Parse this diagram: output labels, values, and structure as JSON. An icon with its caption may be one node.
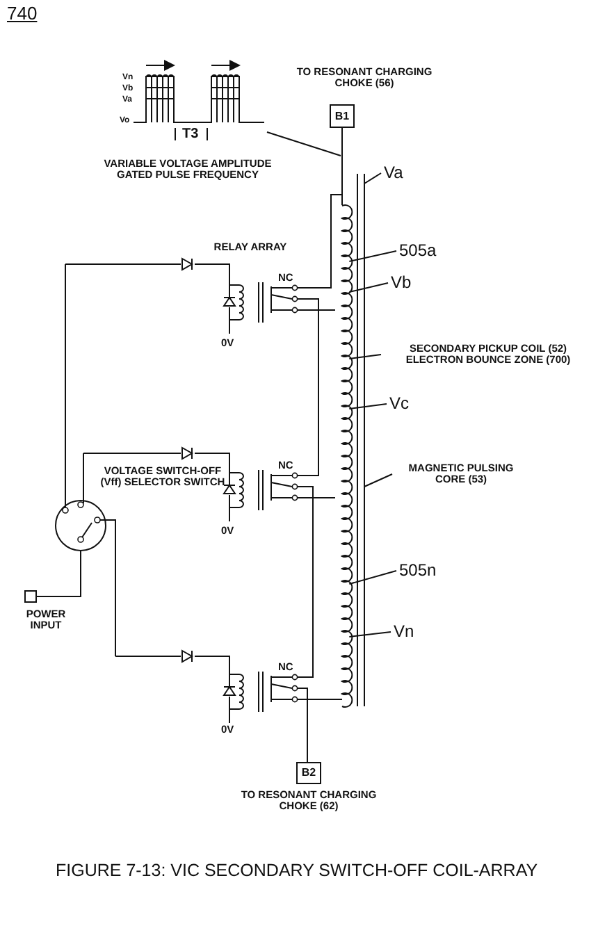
{
  "diagram": {
    "caption": "FIGURE 7-13: VIC SECONDARY SWITCH-OFF COIL-ARRAY",
    "nodes": [
      {
        "text": [],
        "shape": "picture",
        "beside": [
          "Vn",
          "Vb",
          "Va",
          "Vo"
        ]
      },
      {
        "text": [
          "B1"
        ],
        "beside": [
          "TO RESONANT CHARGING CHOKE (56)"
        ]
      },
      {
        "text": [
          "Va"
        ]
      },
      {
        "text": [],
        "shape": "coil"
      },
      {
        "text": [],
        "shape": "bar"
      },
      {
        "text": [
          "505a"
        ]
      },
      {
        "text": [
          "Vb"
        ]
      },
      {
        "text": [
          "SECONDARY PICKUP COIL (52) ELECTRON BOUNCE ZONE (700)"
        ]
      },
      {
        "text": [
          "Vc"
        ]
      },
      {
        "text": [
          "MAGNETIC PULSING CORE (53)"
        ]
      },
      {
        "text": [],
        "shape": "circle",
        "beside": [
          "VOLTAGE SWITCH-OFF (Vff) SELECTOR SWITCH"
        ]
      },
      {
        "text": [
          "505n"
        ]
      },
      {
        "text": [],
        "shape": "box",
        "beside": [
          "POWER INPUT"
        ]
      },
      {
        "text": [
          "Vn"
        ]
      },
      {
        "text": [
          "B2"
        ],
        "beside": [
          "TO RESONANT CHARGING CHOKE (62)"
        ]
      }
    ],
    "edges": [
      {
        "from": 0,
        "to": null,
        "arrow": "none"
      },
      {
        "from": 1,
        "to": 3,
        "arrow": "none"
      },
      {
        "from": 2,
        "to": 4,
        "arrow": "none"
      },
      {
        "from": 5,
        "to": 3,
        "arrow": "none"
      },
      {
        "from": 6,
        "to": 3,
        "arrow": "none"
      },
      {
        "from": 7,
        "to": 3,
        "arrow": "none"
      },
      {
        "from": 8,
        "to": 3,
        "arrow": "none"
      },
      {
        "from": 9,
        "to": 4,
        "arrow": "none"
      },
      {
        "from": 11,
        "to": 3,
        "arrow": "none"
      },
      {
        "from": 13,
        "to": 3,
        "arrow": "none"
      },
      {
        "from": 12,
        "to": 10,
        "arrow": "none"
      }
    ],
    "labels": [
      "740",
      "T3",
      "VARIABLE VOLTAGE AMPLITUDE GATED PULSE FREQUENCY",
      "RELAY ARRAY",
      "NC",
      "0V",
      "NC",
      "0V",
      "NC",
      "0V"
    ]
  }
}
